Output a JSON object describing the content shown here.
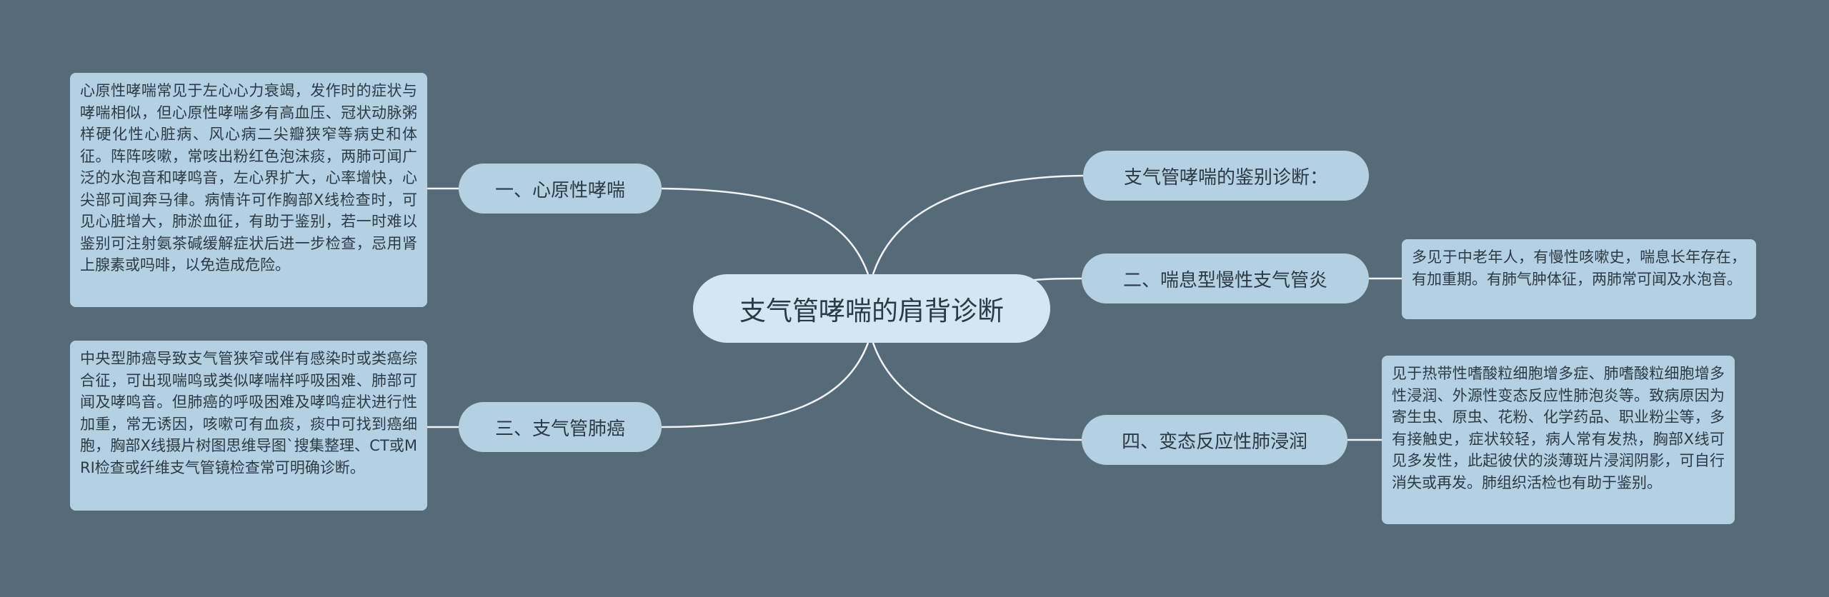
{
  "colors": {
    "background": "#566b78",
    "root_fill": "#d3e6f1",
    "node_fill": "#b4d0e3",
    "text": "#2b3b45",
    "connector": "#f0f4f7"
  },
  "root": {
    "label": "支气管哮喘的肩背诊断"
  },
  "branches": {
    "intro": {
      "label": "支气管哮喘的鉴别诊断："
    },
    "cardiac": {
      "label": "一、心原性哮喘",
      "note": "心原性哮喘常见于左心心力衰竭，发作时的症状与哮喘相似，但心原性哮喘多有高血压、冠状动脉粥样硬化性心脏病、风心病二尖瓣狭窄等病史和体征。阵阵咳嗽，常咳出粉红色泡沫痰，两肺可闻广泛的水泡音和哮鸣音，左心界扩大，心率增快，心尖部可闻奔马律。病情许可作胸部X线检查时，可见心脏增大，肺淤血征，有助于鉴别，若一时难以鉴别可注射氨茶碱缓解症状后进一步检查，忌用肾上腺素或吗啡，以免造成危险。"
    },
    "bronchitis": {
      "label": "二、喘息型慢性支气管炎",
      "note": "多见于中老年人，有慢性咳嗽史，喘息长年存在，有加重期。有肺气肿体征，两肺常可闻及水泡音。"
    },
    "cancer": {
      "label": "三、支气管肺癌",
      "note": "中央型肺癌导致支气管狭窄或伴有感染时或类癌综合征，可出现喘鸣或类似哮喘样呼吸困难、肺部可闻及哮鸣音。但肺癌的呼吸困难及哮鸣症状进行性加重，常无诱因，咳嗽可有血痰，痰中可找到癌细胞，胸部X线摄片树图思维导图`搜集整理、CT或MRI检查或纤维支气管镜检查常可明确诊断。"
    },
    "allergic": {
      "label": "四、变态反应性肺浸润",
      "note": "见于热带性嗜酸粒细胞增多症、肺嗜酸粒细胞增多性浸润、外源性变态反应性肺泡炎等。致病原因为寄生虫、原虫、花粉、化学药品、职业粉尘等，多有接触史，症状较轻，病人常有发热，胸部X线可见多发性，此起彼伏的淡薄斑片浸润阴影，可自行消失或再发。肺组织活检也有助于鉴别。"
    }
  }
}
